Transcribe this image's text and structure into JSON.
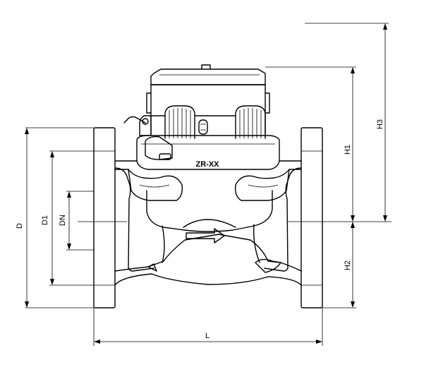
{
  "drawing": {
    "model_label": "ZR-XX",
    "dimensions": {
      "D": "D",
      "D1": "D1",
      "DN": "DN",
      "H1": "H1",
      "H2": "H2",
      "H3": "H3",
      "L": "L"
    }
  }
}
